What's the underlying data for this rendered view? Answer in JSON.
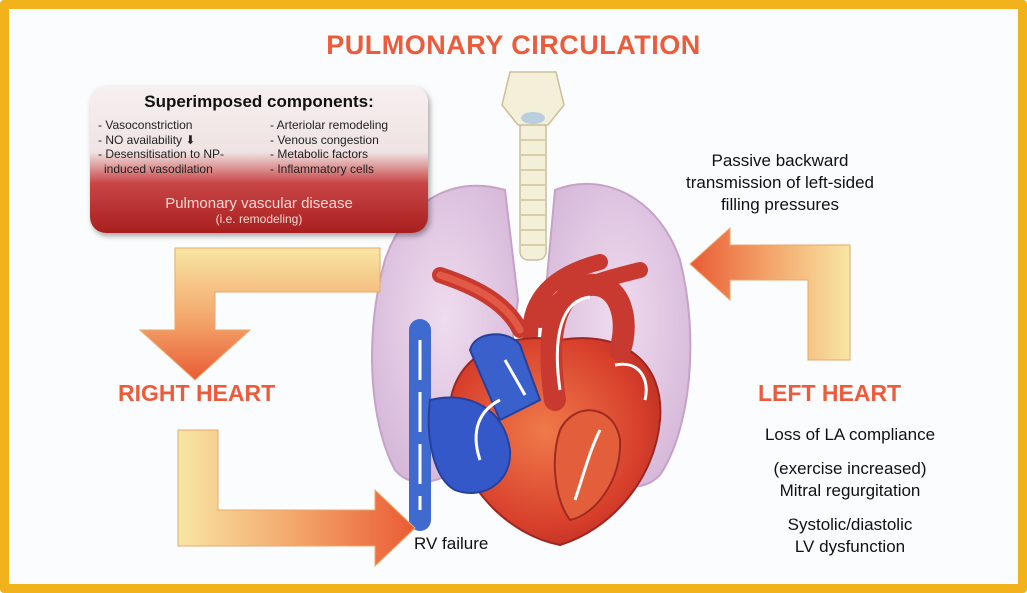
{
  "title": "PULMONARY CIRCULATION",
  "infobox": {
    "heading": "Superimposed components:",
    "left_items": [
      "- Vasoconstriction",
      "- NO availability ⬇",
      "- Desensitisation to NP-",
      "  induced vasodilation"
    ],
    "right_items": [
      "- Arteriolar remodeling",
      "- Venous congestion",
      "- Metabolic factors",
      "- Inflammatory cells"
    ],
    "disease_label": "Pulmonary vascular disease",
    "disease_sublabel": "(i.e. remodeling)"
  },
  "passive_text": [
    "Passive backward",
    "transmission of left-sided",
    "filling pressures"
  ],
  "right_heart_label": "RIGHT HEART",
  "left_heart_label": "LEFT HEART",
  "rv_failure_label": "RV failure",
  "left_heart_causes": [
    "Loss of LA compliance",
    "(exercise increased)",
    "Mitral regurgitation",
    "Systolic/diastolic",
    "LV dysfunction"
  ],
  "colors": {
    "frame": "#f2b21b",
    "title": "#ec5c3c",
    "arrow_dark": "#e8643c",
    "arrow_light": "#f8e7a6"
  }
}
